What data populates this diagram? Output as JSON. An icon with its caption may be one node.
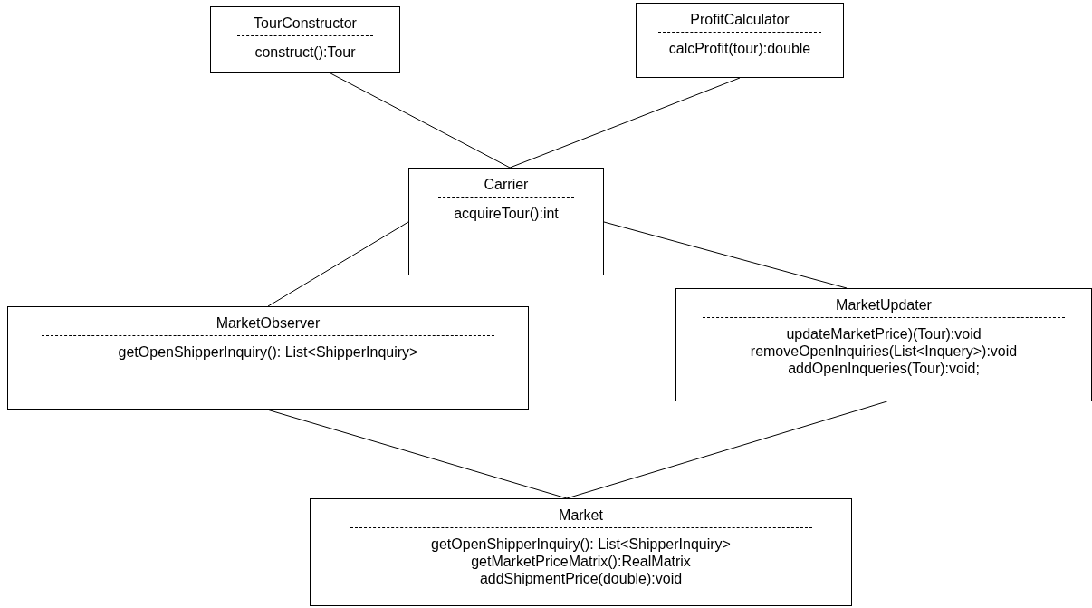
{
  "diagram": {
    "nodes": [
      {
        "text": [
          "TourConstructor",
          "construct():Tour"
        ]
      },
      {
        "text": [
          "ProfitCalculator",
          "calcProfit(tour):double"
        ]
      },
      {
        "text": [
          "Carrier",
          "acquireTour():int"
        ]
      },
      {
        "text": [
          "MarketObserver",
          "getOpenShipperInquiry(): List<ShipperInquiry>"
        ]
      },
      {
        "text": [
          "MarketUpdater",
          "updateMarketPrice)(Tour):void",
          "removeOpenInquiries(List<Inquery>):void",
          "addOpenInqueries(Tour):void;"
        ]
      },
      {
        "text": [
          "Market",
          "getOpenShipperInquiry(): List<ShipperInquiry>",
          "getMarketPriceMatrix():RealMatrix",
          "addShipmentPrice(double):void"
        ]
      }
    ],
    "edges": [
      {
        "from": 0,
        "to": 2,
        "arrow": "none"
      },
      {
        "from": 1,
        "to": 2,
        "arrow": "none"
      },
      {
        "from": 2,
        "to": 3,
        "arrow": "none"
      },
      {
        "from": 2,
        "to": 4,
        "arrow": "none"
      },
      {
        "from": 3,
        "to": 5,
        "arrow": "none"
      },
      {
        "from": 4,
        "to": 5,
        "arrow": "none"
      }
    ]
  }
}
